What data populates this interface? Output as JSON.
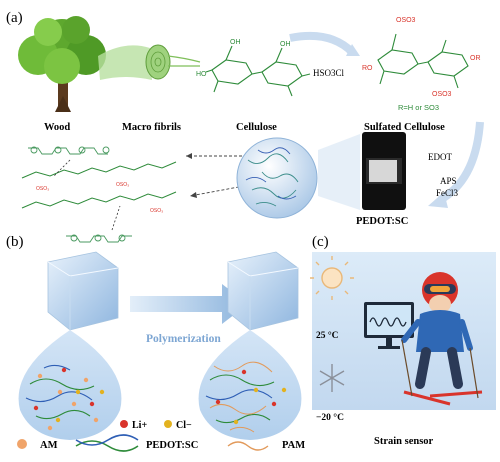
{
  "panels": {
    "a": {
      "label": "(a)",
      "captions": {
        "wood": "Wood",
        "fibrils": "Macro fibrils",
        "cellulose": "Cellulose",
        "sulfated": "Sulfated Cellulose",
        "pedot": "PEDOT:SC"
      },
      "reagents": {
        "hso3cl": "HSO3Cl",
        "edot": "EDOT",
        "aps": "APS",
        "fecl3": "FeCl3"
      },
      "structure_labels": {
        "r_def": "R=H or SO3",
        "oso3": "OSO3",
        "oso3_b": "OSO3",
        "oh": "OH",
        "ho": "HO",
        "or": "OR",
        "ro": "RO"
      }
    },
    "b": {
      "label": "(b)",
      "arrow_label": "Polymerization",
      "ions": {
        "li": "Li+",
        "cl": "Cl−"
      }
    },
    "c": {
      "label": "(c)",
      "temp_warm": "25 °C",
      "temp_cold": "−20 °C",
      "caption": "Strain sensor"
    }
  },
  "legend": {
    "am": "AM",
    "pedot": "PEDOT:SC",
    "pam": "PAM"
  },
  "colors": {
    "green": "#2e8b3a",
    "red": "#d9342b",
    "bluebg": "#cfe0f2",
    "drop": "#b8d4ee"
  }
}
